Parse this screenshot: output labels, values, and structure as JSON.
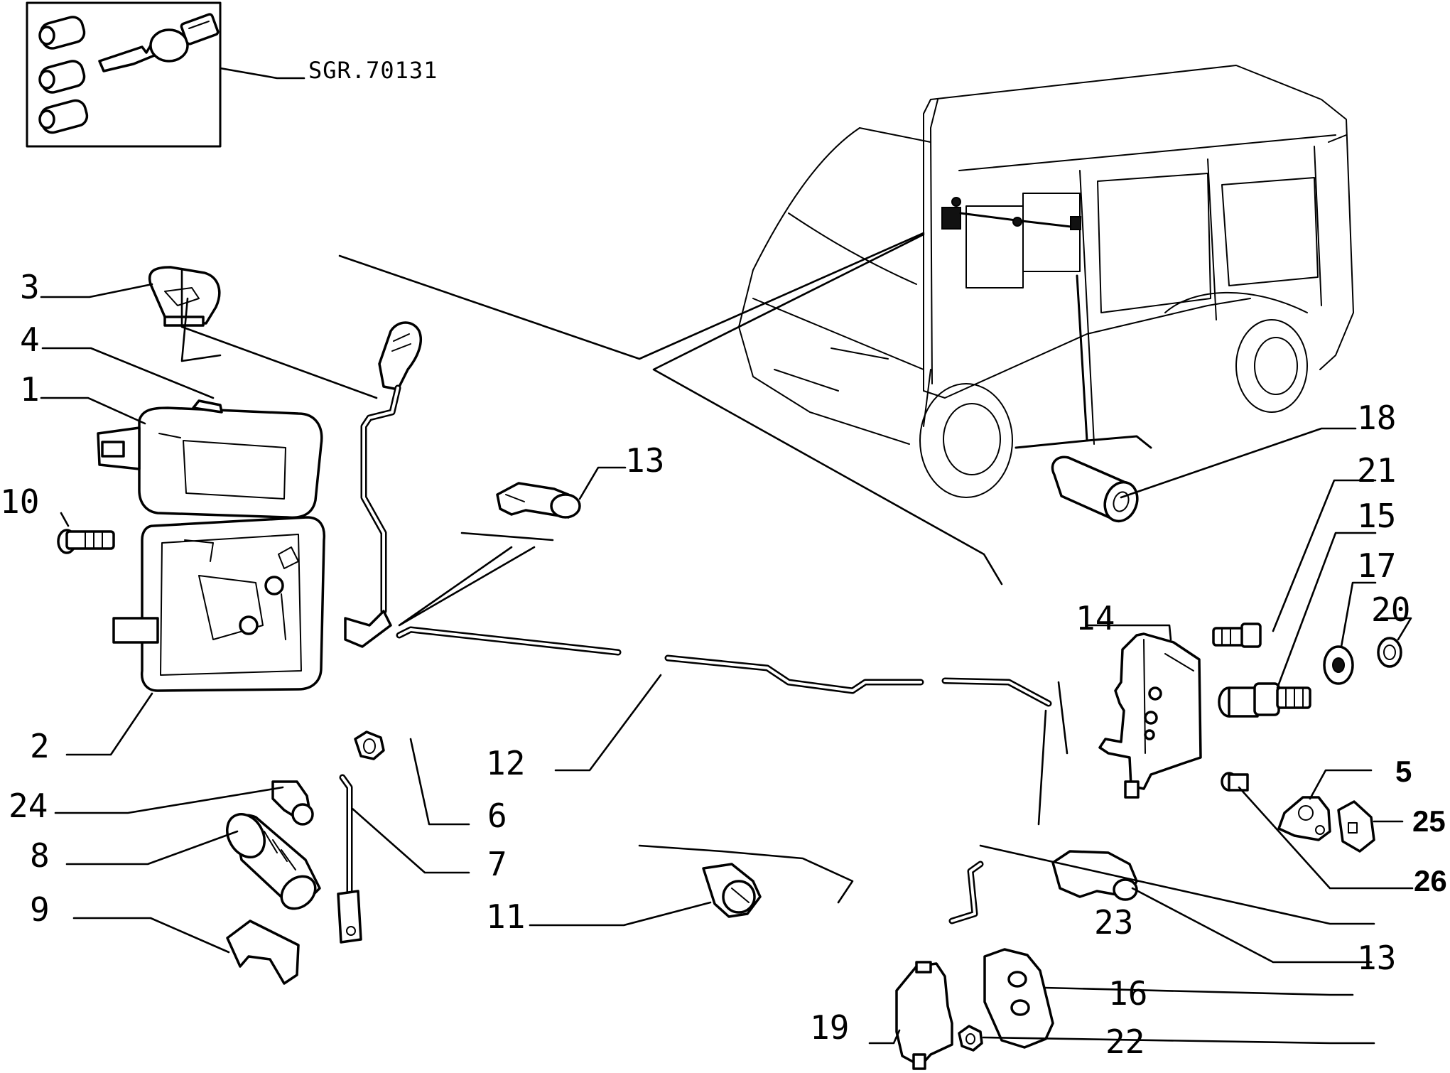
{
  "reference_code": "SGR.70131",
  "labels": {
    "p1": "1",
    "p2": "2",
    "p3": "3",
    "p4": "4",
    "p5": "5",
    "p6": "6",
    "p7": "7",
    "p8": "8",
    "p9": "9",
    "p10": "10",
    "p11": "11",
    "p12": "12",
    "p13a": "13",
    "p13b": "13",
    "p14": "14",
    "p15": "15",
    "p16": "16",
    "p17": "17",
    "p18": "18",
    "p19": "19",
    "p20": "20",
    "p21": "21",
    "p22": "22",
    "p23": "23",
    "p24": "24",
    "p25": "25",
    "p26": "26"
  }
}
